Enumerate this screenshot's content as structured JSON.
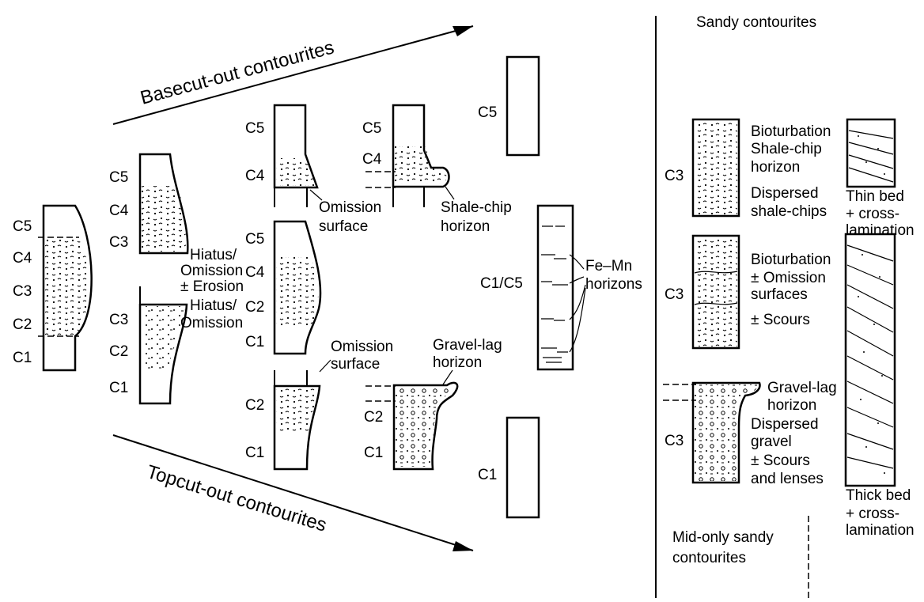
{
  "titles": {
    "basecut": "Basecut-out contourites",
    "topcut": "Topcut-out contourites",
    "sandy": "Sandy contourites",
    "midonly_line1": "Mid-only sandy",
    "midonly_line2": "contourites"
  },
  "codes": {
    "c1": "C1",
    "c2": "C2",
    "c3": "C3",
    "c4": "C4",
    "c5": "C5",
    "c1c5": "C1/C5"
  },
  "labels": {
    "hiatus1_l1": "Hiatus/",
    "hiatus1_l2": "Omission",
    "hiatus1_l3": "± Erosion",
    "hiatus2_l1": "Hiatus/",
    "hiatus2_l2": "Omission",
    "omission1_l1": "Omission",
    "omission1_l2": "surface",
    "shalechip_l1": "Shale-chip",
    "shalechip_l2": "horizon",
    "omission2_l1": "Omission",
    "omission2_l2": "surface",
    "gravellag_l1": "Gravel-lag",
    "gravellag_l2": "horizon",
    "femn_l1": "Fe–Mn",
    "femn_l2": "horizons",
    "s1_bioturbation": "Bioturbation",
    "s1_shalechip": "Shale-chip",
    "s1_horizon": "horizon",
    "s1_dispersed": "Dispersed",
    "s1_shalechips": "shale-chips",
    "s2_bioturbation": "Bioturbation",
    "s2_omission": "± Omission",
    "s2_surfaces": "surfaces",
    "s2_scours": "± Scours",
    "s3_gravellag": "Gravel-lag",
    "s3_horizon": "horizon",
    "s3_dispersed": "Dispersed",
    "s3_gravel": "gravel",
    "s3_scours": "± Scours",
    "s3_lenses": "and lenses",
    "thin_l1": "Thin bed",
    "thin_l2": "+ cross-",
    "thin_l3": "lamination",
    "thick_l1": "Thick bed",
    "thick_l2": "+ cross-",
    "thick_l3": "lamination"
  }
}
